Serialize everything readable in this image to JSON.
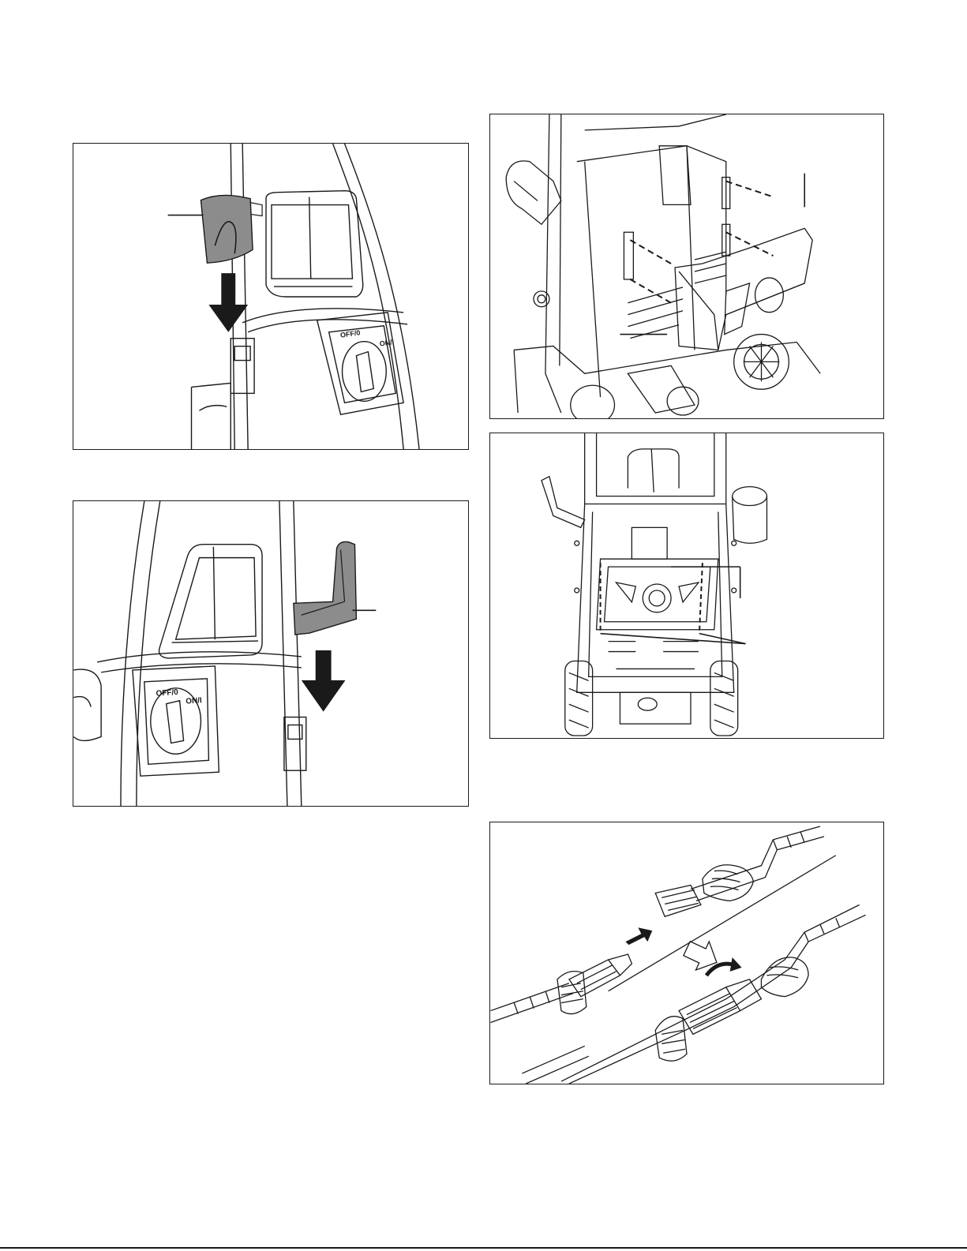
{
  "figures": [
    {
      "id": "fig-top-left",
      "switch_labels": [
        "OFF/0",
        "ON/I"
      ],
      "callouts": 1
    },
    {
      "id": "fig-mid-left",
      "switch_labels": [
        "OFF/0",
        "ON/I"
      ],
      "callouts": 1
    },
    {
      "id": "fig-top-right",
      "callouts": 2
    },
    {
      "id": "fig-mid-right",
      "callouts": 2
    },
    {
      "id": "fig-bottom-right",
      "callouts": 0
    }
  ],
  "colors": {
    "line": "#1a1a1a",
    "highlight": "#8c8c8c",
    "paper": "#ffffff"
  }
}
